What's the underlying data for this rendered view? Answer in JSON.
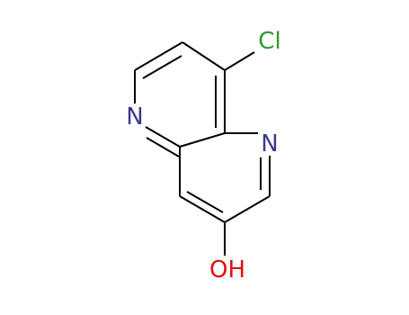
{
  "colors": {
    "bond": "#000000",
    "N": "#3a3a8c",
    "Cl": "#2c9a2c",
    "O": "#e01010"
  },
  "atoms": {
    "n_ring_left": {
      "symbol": "N",
      "label": "N"
    },
    "n_ring_right": {
      "symbol": "N",
      "label": "N"
    },
    "chlorine": {
      "symbol": "Cl",
      "label": "Cl"
    },
    "hydroxyl": {
      "symbol": "O",
      "label": "OH"
    }
  }
}
